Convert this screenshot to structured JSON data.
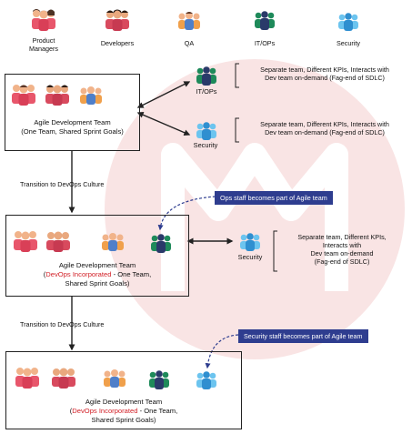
{
  "legend": {
    "product_managers": "Product\nManagers",
    "developers": "Developers",
    "qa": "QA",
    "itops": "IT/OPs",
    "security": "Security"
  },
  "box1": {
    "title_line1": "Agile Development Team",
    "title_line2": "(One Team, Shared Sprint Goals)"
  },
  "nodes": {
    "itops_label": "IT/OPs",
    "security_label": "Security",
    "security_label_2": "Security"
  },
  "side_notes": {
    "itops": "Separate team, Different KPIs, Interacts with\nDev team on-demand (Fag-end of SDLC)",
    "security": "Separate team, Different KPIs, Interacts with\nDev team on-demand (Fag-end of SDLC)",
    "security_2": "Separate team, Different KPIs,\nInteracts with\nDev team on-demand\n(Fag-end of SDLC)"
  },
  "transitions": {
    "first": "Transition to DevOps Culture",
    "second": "Transition to DevOps Culture"
  },
  "callouts": {
    "ops": "Ops staff becomes part of Agile team",
    "security": "Security staff becomes part of Agile team"
  },
  "box2": {
    "title_line1": "Agile Development Team",
    "highlight": "DevOps Incorporated",
    "title_rest": " - One Team,",
    "title_line3": "Shared Sprint Goals)"
  },
  "box3": {
    "title_line1": "Agile Development Team",
    "highlight": "DevOps Incorporated",
    "title_rest": " - One Team,",
    "title_line3": "Shared Sprint Goals)"
  },
  "colors": {
    "box_border": "#222222",
    "highlight_red": "#d21f26",
    "callout_bg": "#2e3d8f",
    "watermark": "#f6dcdc",
    "pm_shirt": "#e8566b",
    "dev_shirt": "#d84a5e",
    "qa_shirt": "#f0a04b",
    "itops_shirt": "#1e8a5a",
    "security_shirt": "#3aa0d8"
  }
}
